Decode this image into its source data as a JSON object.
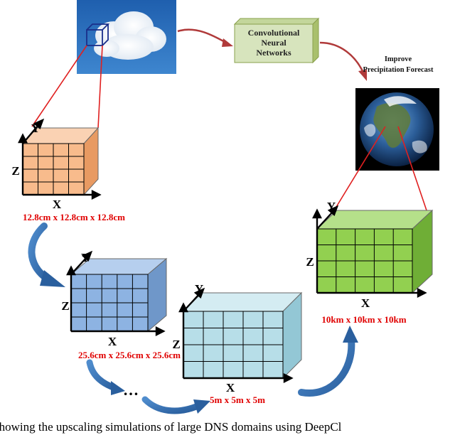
{
  "cnn_box": {
    "line1": "Convolutional",
    "line2": "Neural",
    "line3": "Networks"
  },
  "improve": {
    "line1": "Improve",
    "line2": "Precipitation Forecast"
  },
  "cubes": [
    {
      "x": "X",
      "y": "Y",
      "z": "Z",
      "dims": "12.8cm x 12.8cm x 12.8cm"
    },
    {
      "x": "X",
      "y": "Y",
      "z": "Z",
      "dims": "25.6cm x 25.6cm x 25.6cm"
    },
    {
      "x": "X",
      "y": "Y",
      "z": "Z",
      "dims": "5m x 5m x 5m"
    },
    {
      "x": "X",
      "y": "Y",
      "z": "Z",
      "dims": "10km x 10km x 10km"
    }
  ],
  "ellipsis": "…",
  "caption": "showing the upscaling simulations of large DNS domains using DeepCl",
  "colors": {
    "arrow_red": "#b03a3a",
    "arrow_blue": "#3f7bbf",
    "connector_red": "#e02020",
    "cube_orange": "#f8bb8c",
    "cube_blue": "#8db3e2",
    "cube_lightblue": "#b7dee8",
    "cube_green": "#92d050",
    "cnn_fill": "#d7e4bd",
    "sky": "#2f6fb8"
  }
}
